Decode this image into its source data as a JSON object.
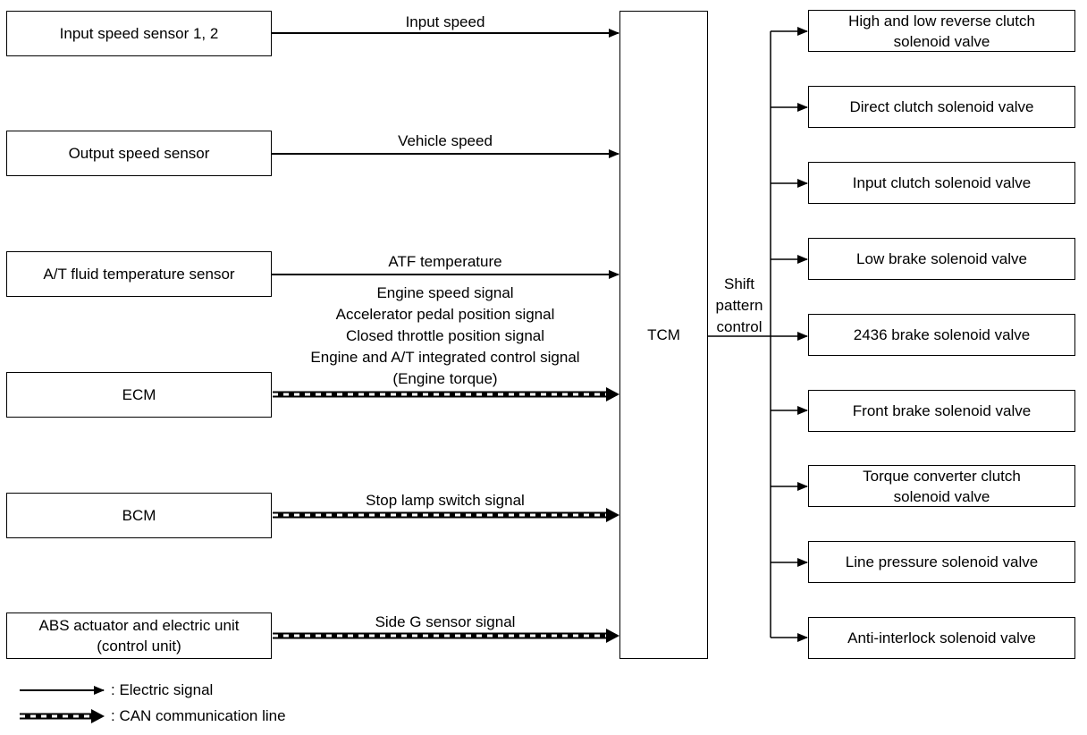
{
  "inputs": [
    {
      "text": "Input speed sensor 1, 2",
      "signal": "Input speed"
    },
    {
      "text": "Output speed sensor",
      "signal": "Vehicle speed"
    },
    {
      "text": "A/T fluid temperature sensor",
      "signal": "ATF temperature"
    },
    {
      "text": "ECM",
      "signal": ""
    },
    {
      "text": "BCM",
      "signal": "Stop lamp switch signal"
    },
    {
      "text": "ABS actuator and electric unit\n(control unit)",
      "signal": "Side G sensor signal"
    }
  ],
  "ecm_signals": [
    "Engine speed signal",
    "Accelerator pedal position signal",
    "Closed throttle position signal",
    "Engine and A/T integrated control signal",
    "(Engine torque)"
  ],
  "tcm": {
    "label": "TCM",
    "output_label": "Shift\npattern\ncontrol"
  },
  "outputs": [
    "High and low reverse clutch\nsolenoid valve",
    "Direct clutch solenoid valve",
    "Input clutch solenoid valve",
    "Low brake solenoid valve",
    "2436 brake solenoid valve",
    "Front brake solenoid valve",
    "Torque converter clutch\nsolenoid valve",
    "Line pressure solenoid valve",
    "Anti-interlock solenoid valve"
  ],
  "legend": {
    "electric": ": Electric signal",
    "can": ": CAN communication line"
  }
}
